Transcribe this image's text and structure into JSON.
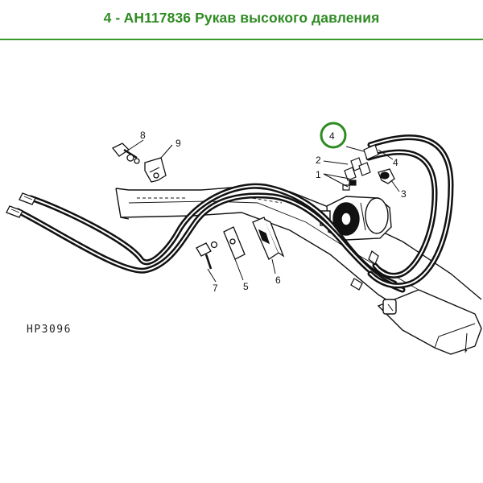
{
  "header": {
    "title": "4 - AH117836 Рукав высокого давления",
    "accent_color": "#2e8b22"
  },
  "diagram": {
    "reference_code": "HP3096",
    "highlighted_callout": "4",
    "callouts": {
      "c1": "1",
      "c2": "2",
      "c3": "3",
      "c4": "4",
      "c4_circled": "4",
      "c5": "5",
      "c6": "6",
      "c7": "7",
      "c8": "8",
      "c9": "9"
    },
    "parts": [
      "hydraulic-hose-pair",
      "frame-beam",
      "hydraulic-motor",
      "bolt",
      "clamp-plate",
      "clamp-block",
      "elbow-fitting",
      "mounting-bracket"
    ]
  }
}
